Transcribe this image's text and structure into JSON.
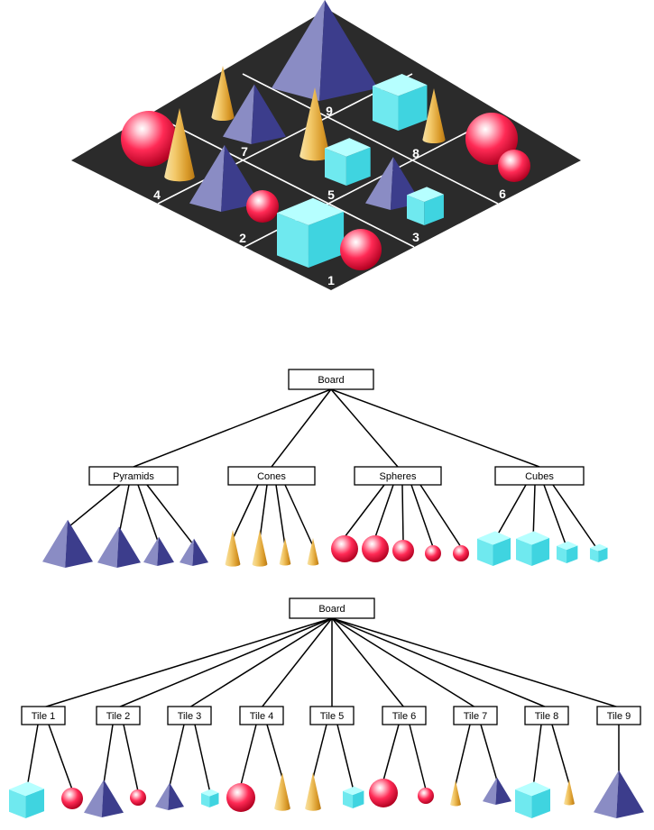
{
  "board_tile_numbers": [
    "1",
    "2",
    "3",
    "4",
    "5",
    "6",
    "7",
    "8",
    "9"
  ],
  "tree_by_type": {
    "root": "Board",
    "groups": [
      {
        "label": "Pyramids",
        "items": [
          "pyramid-icon",
          "pyramid-icon",
          "pyramid-icon",
          "pyramid-icon"
        ]
      },
      {
        "label": "Cones",
        "items": [
          "cone-icon",
          "cone-icon",
          "cone-icon",
          "cone-icon"
        ]
      },
      {
        "label": "Spheres",
        "items": [
          "sphere-icon",
          "sphere-icon",
          "sphere-icon",
          "sphere-icon",
          "sphere-icon"
        ]
      },
      {
        "label": "Cubes",
        "items": [
          "cube-icon",
          "cube-icon",
          "cube-icon",
          "cube-icon"
        ]
      }
    ]
  },
  "tree_by_tile": {
    "root": "Board",
    "tiles": [
      {
        "label": "Tile 1",
        "items": [
          "cube-icon",
          "sphere-icon"
        ]
      },
      {
        "label": "Tile 2",
        "items": [
          "pyramid-icon",
          "sphere-icon"
        ]
      },
      {
        "label": "Tile 3",
        "items": [
          "pyramid-icon",
          "cube-icon"
        ]
      },
      {
        "label": "Tile 4",
        "items": [
          "sphere-icon",
          "cone-icon"
        ]
      },
      {
        "label": "Tile 5",
        "items": [
          "cone-icon",
          "cube-icon"
        ]
      },
      {
        "label": "Tile 6",
        "items": [
          "sphere-icon",
          "sphere-icon"
        ]
      },
      {
        "label": "Tile 7",
        "items": [
          "cone-icon",
          "pyramid-icon"
        ]
      },
      {
        "label": "Tile 8",
        "items": [
          "cube-icon",
          "cone-icon"
        ]
      },
      {
        "label": "Tile 9",
        "items": [
          "pyramid-icon"
        ]
      }
    ]
  },
  "colors": {
    "board": "#2b2b2b",
    "pyramid_light": "#8a8cc4",
    "pyramid_dark": "#3c3d8c",
    "cone": "#e0a83c",
    "sphere": "#e8163c",
    "cube": "#7ef7f7"
  }
}
